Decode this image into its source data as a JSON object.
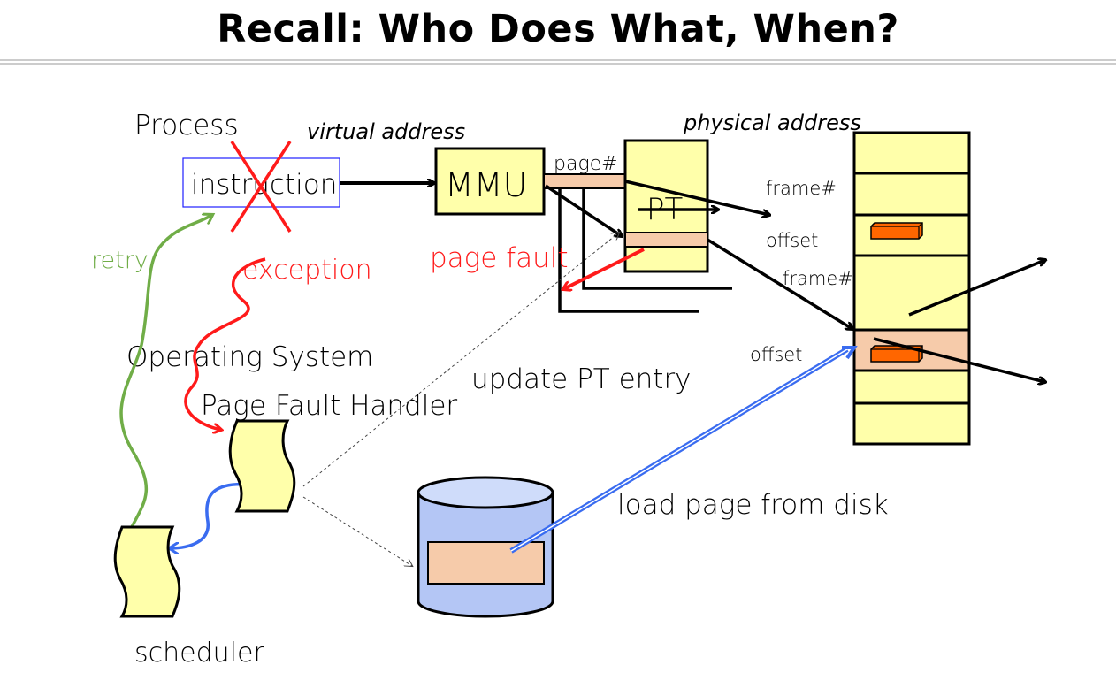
{
  "title": "Recall: Who Does What, When?",
  "labels": {
    "process": "Process",
    "virtual_address": "virtual address",
    "instruction": "instruction",
    "mmu": "MMU",
    "page_num": "page#",
    "pt": "PT",
    "physical_address": "physical address",
    "frame_num_1": "frame#",
    "offset_1": "offset",
    "frame_num_2": "frame#",
    "offset_2": "offset",
    "page_fault": "page fault",
    "exception": "exception",
    "retry": "retry",
    "operating_system": "Operating System",
    "page_fault_handler": "Page Fault Handler",
    "update_pt_entry": "update PT entry",
    "load_page_from_disk": "load page from disk",
    "scheduler": "scheduler"
  },
  "colors": {
    "box_fill": "#ffffaa",
    "highlight": "#f6cbaa",
    "page_block": "#ff6600",
    "error": "#ff1a1a",
    "retry": "#70ad47",
    "disk_fill": "#b4c6f5",
    "blue_arrow": "#3a6cf0"
  }
}
